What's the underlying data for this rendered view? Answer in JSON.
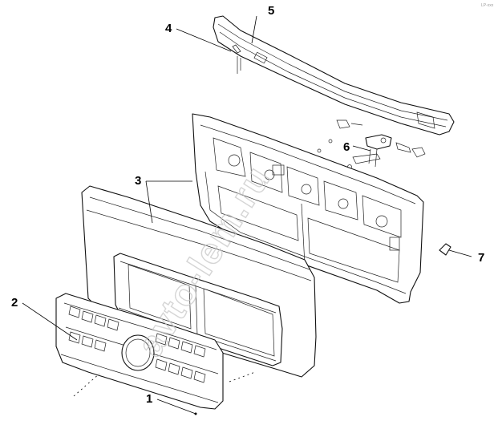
{
  "diagram": {
    "callouts": [
      {
        "id": "1",
        "label": "1"
      },
      {
        "id": "2",
        "label": "2"
      },
      {
        "id": "3",
        "label": "3"
      },
      {
        "id": "4",
        "label": "4"
      },
      {
        "id": "5",
        "label": "5"
      },
      {
        "id": "6",
        "label": "6"
      },
      {
        "id": "7",
        "label": "7"
      }
    ],
    "watermark": "avto-lem.ru",
    "corner_mark": "LP-xxx"
  }
}
